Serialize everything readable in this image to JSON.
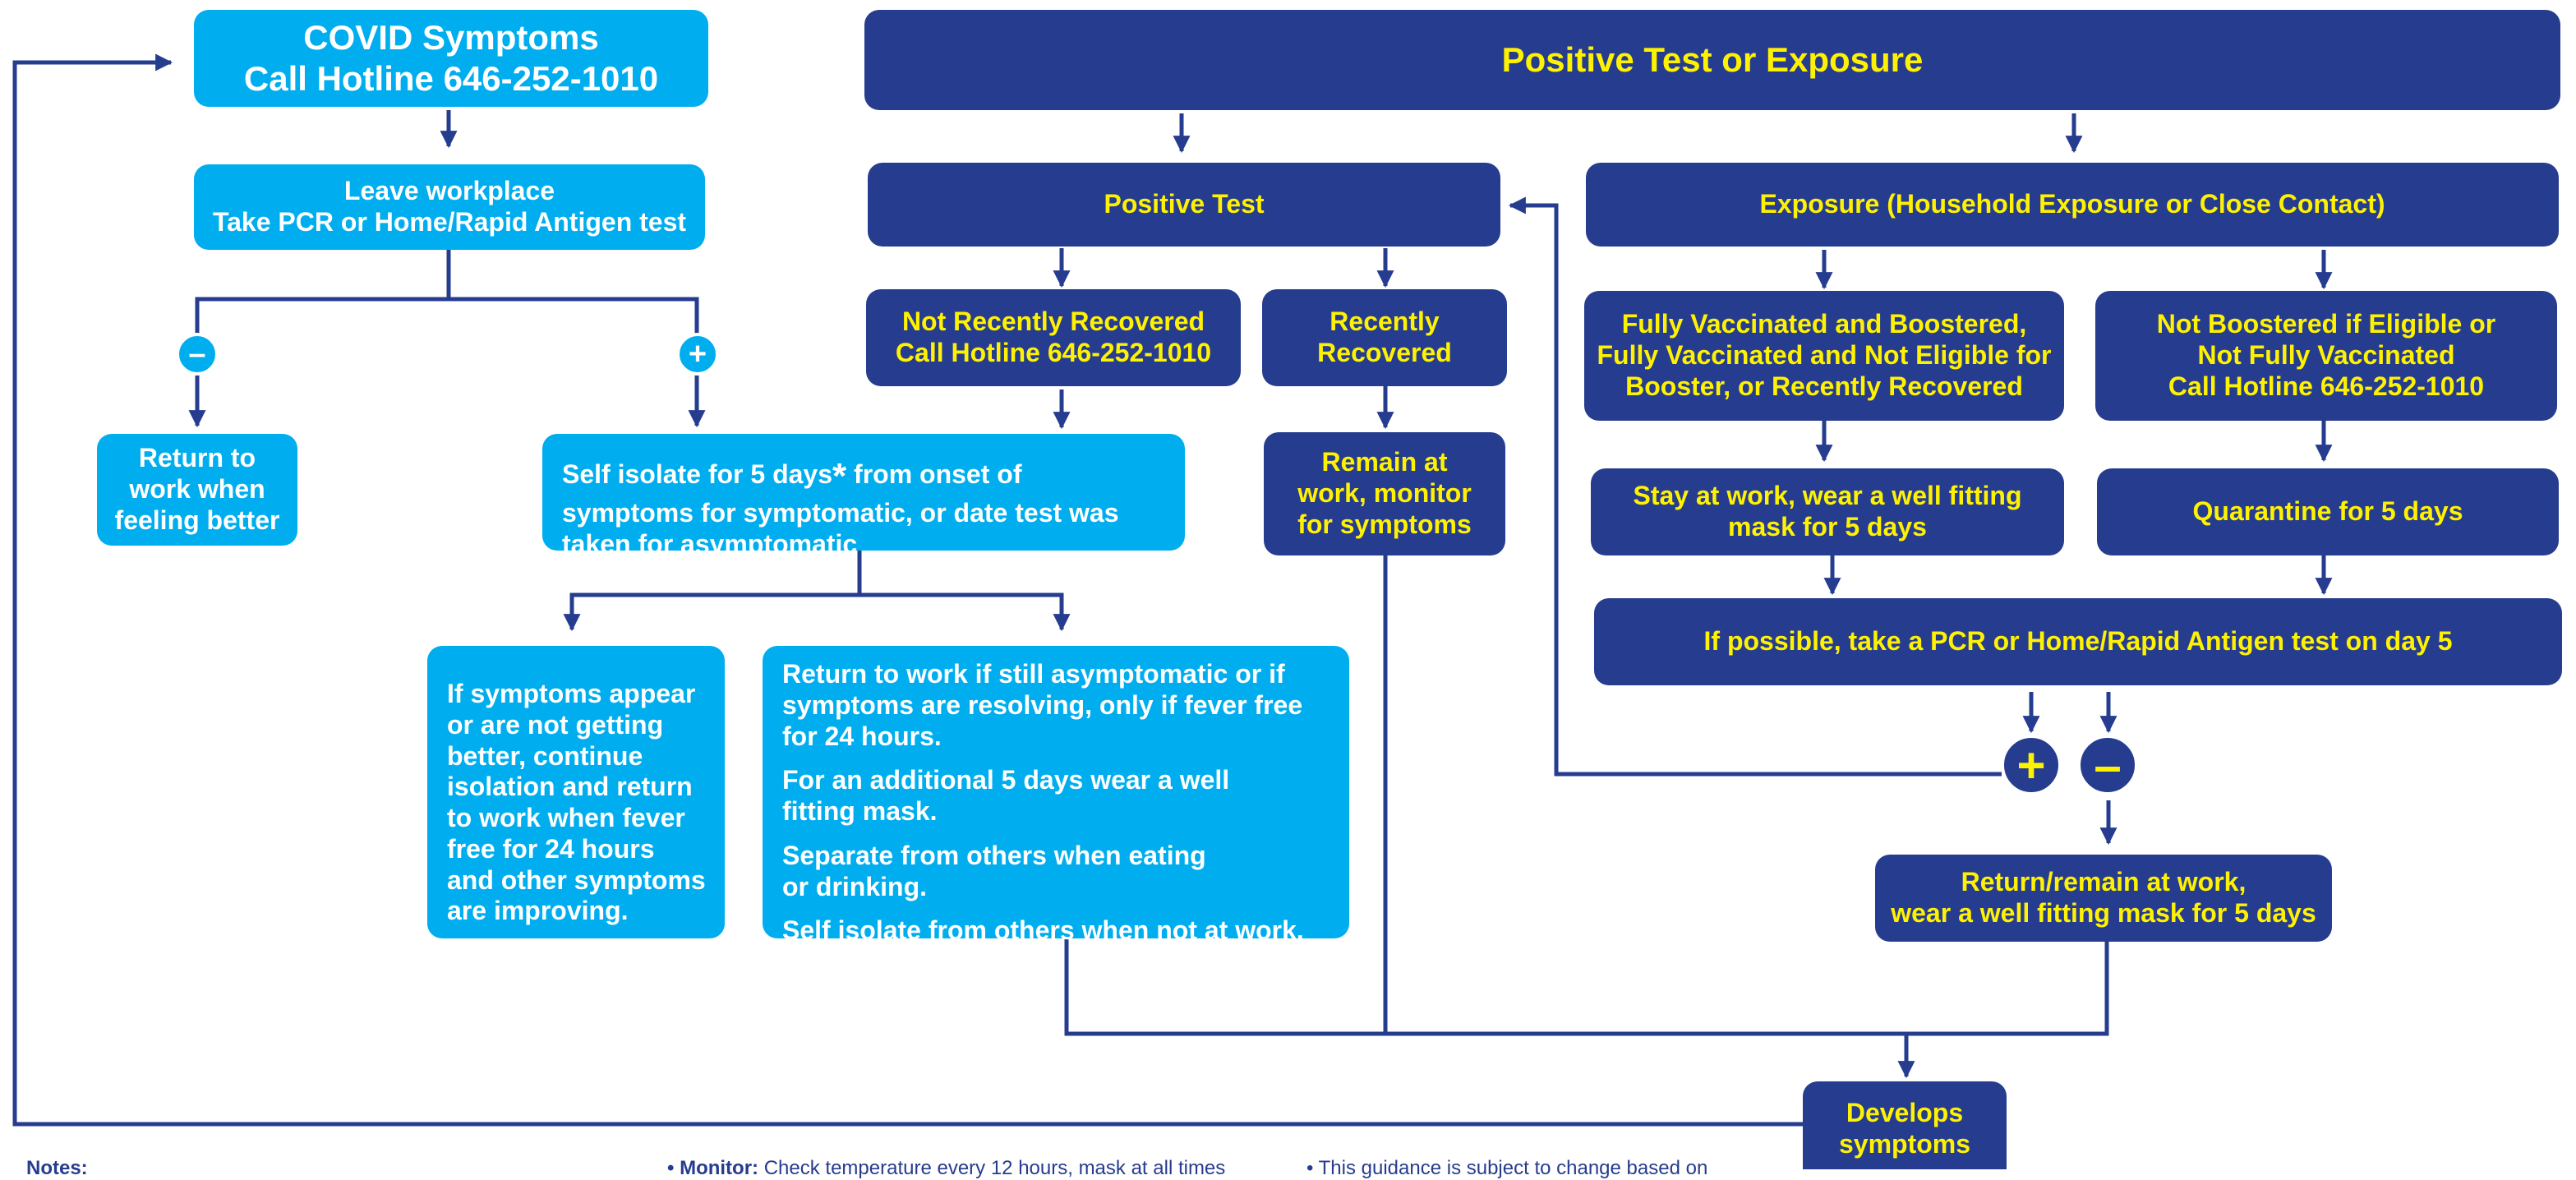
{
  "colors": {
    "navy": "#263c8f",
    "cyan": "#00aeef",
    "yellow": "#fff200",
    "white": "#ffffff"
  },
  "left_flow": {
    "hotline_box": "COVID Symptoms\nCall Hotline 646-252-1010",
    "leave_box": "Leave workplace\nTake PCR or Home/Rapid Antigen test",
    "negative_symbol": "–",
    "positive_symbol": "+",
    "return_box": "Return to\nwork when\nfeeling better",
    "self_isolate": {
      "text_before_star": "Self isolate for 5 days",
      "star": "*",
      "text_after_star": " from onset of\nsymptoms for symptomatic, or date test was\ntaken for asymptomatic"
    },
    "symptoms_appear_box": "If symptoms appear\nor are not getting\nbetter, continue\nisolation and return\nto work when fever\nfree for 24 hours\nand other symptoms\nare improving.",
    "return_to_work_box": [
      "Return to work if still asymptomatic or if\nsymptoms are resolving, only if fever free\nfor 24 hours.",
      "For an additional 5 days wear a well\nfitting mask.",
      "Separate from others when eating\nor drinking.",
      "Self isolate from others when not at work."
    ]
  },
  "right_flow": {
    "header": "Positive Test or Exposure",
    "positive_test": "Positive Test",
    "not_recently_recovered": "Not Recently Recovered\nCall Hotline 646-252-1010",
    "recently_recovered": "Recently\nRecovered",
    "remain_at_work": "Remain at\nwork, monitor\nfor symptoms",
    "exposure": "Exposure (Household Exposure or Close Contact)",
    "fully_vaccinated": "Fully Vaccinated and Boostered,\nFully Vaccinated and Not Eligible for\nBooster, or Recently Recovered",
    "not_boostered": "Not Boostered if Eligible or\nNot Fully Vaccinated\nCall Hotline 646-252-1010",
    "stay_at_work": "Stay at work, wear a well fitting\nmask for 5 days",
    "quarantine": "Quarantine for 5 days",
    "pcr_day5": "If possible, take a PCR or Home/Rapid Antigen test on day 5",
    "positive_symbol": "+",
    "negative_symbol": "–",
    "return_remain": "Return/remain at work,\nwear a well fitting mask for 5 days",
    "develops_symptoms": "Develops\nsymptoms"
  },
  "notes": {
    "heading": "Notes:",
    "monitor_label": "• Monitor:",
    "monitor_text": " Check temperature every 12 hours, mask at all times",
    "guidance_text": "• This guidance is subject to change based on"
  }
}
